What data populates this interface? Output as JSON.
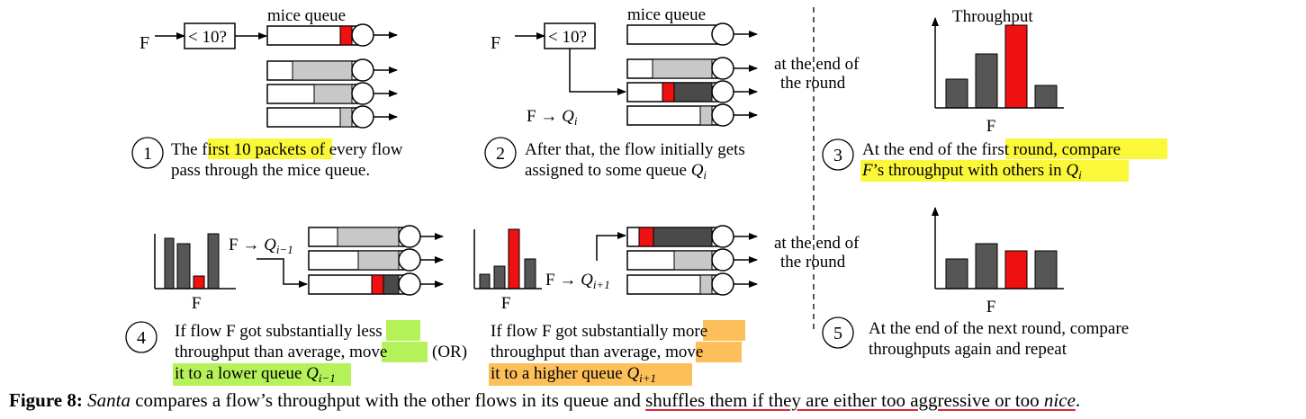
{
  "colors": {
    "highlight_yellow": "#fbf83a",
    "highlight_green": "#b5f25a",
    "highlight_orange": "#fcbf5a",
    "bar_dark": "#565656",
    "bar_red": "#ee1111",
    "fill_light": "#c8c8c8",
    "fill_dark": "#4a4a4a",
    "caption_underline": "#e8213a"
  },
  "panel1": {
    "flow": "F",
    "threshold": "< 10?",
    "mice_queue": "mice queue",
    "step": "1",
    "text_pre": "The ",
    "text_hl": "first 10 packets",
    "text_post": " of every flow",
    "line2": "pass through the mice queue."
  },
  "panel2": {
    "flow": "F",
    "threshold": "< 10?",
    "mice_queue": "mice queue",
    "assign_lhs": "F → ",
    "assign_q": "Q",
    "assign_sub": "i",
    "step": "2",
    "line1": "After that, the flow initially gets",
    "line2_pre": "assigned to some queue ",
    "line2_q": "Q",
    "line2_sub": "i"
  },
  "divider": {
    "end_of_round_1": "at the end of",
    "end_of_round_2": "the round"
  },
  "panel3": {
    "title": "Throughput",
    "xlabel": "F",
    "step": "3",
    "line1_pre": "At the end of the ",
    "line1_hl": "first round, compare",
    "line2_q": "F",
    "line2_mid": "’s throughput with others in ",
    "line2_qi": "Q",
    "line2_sub": "i"
  },
  "panel4": {
    "xlabel": "F",
    "assign_lhs": "F → ",
    "assign_q": "Q",
    "assign_sub": "i−1",
    "step": "4",
    "line1_pre": "If flow F got substantially ",
    "line1_hl": "less",
    "line2_pre": "throughput than average, ",
    "line2_hl": "move",
    "or": "(OR)",
    "line3_hl_pre": "it to a lower queue ",
    "line3_q": "Q",
    "line3_sub": "i−1"
  },
  "panel4b": {
    "xlabel": "F",
    "assign_lhs": "F → ",
    "assign_q": "Q",
    "assign_sub": "i+1",
    "line1_pre": "If flow F got substantially ",
    "line1_hl": "more",
    "line2_pre": "throughput than average, ",
    "line2_hl": "move",
    "line3_hl_pre": "it to a higher queue ",
    "line3_q": "Q",
    "line3_sub": "i+1"
  },
  "panel5": {
    "xlabel": "F",
    "step": "5",
    "line1": "At the end of the next round, compare",
    "line2": "throughputs again and repeat"
  },
  "caption": {
    "label": "Figure 8:",
    "santa": "Santa",
    "mid": " compares a flow’s throughput with the other flows in its queue and ",
    "underlined": "shuffles them if they are either too aggressive or too ",
    "nice": "nice",
    "end": "."
  }
}
